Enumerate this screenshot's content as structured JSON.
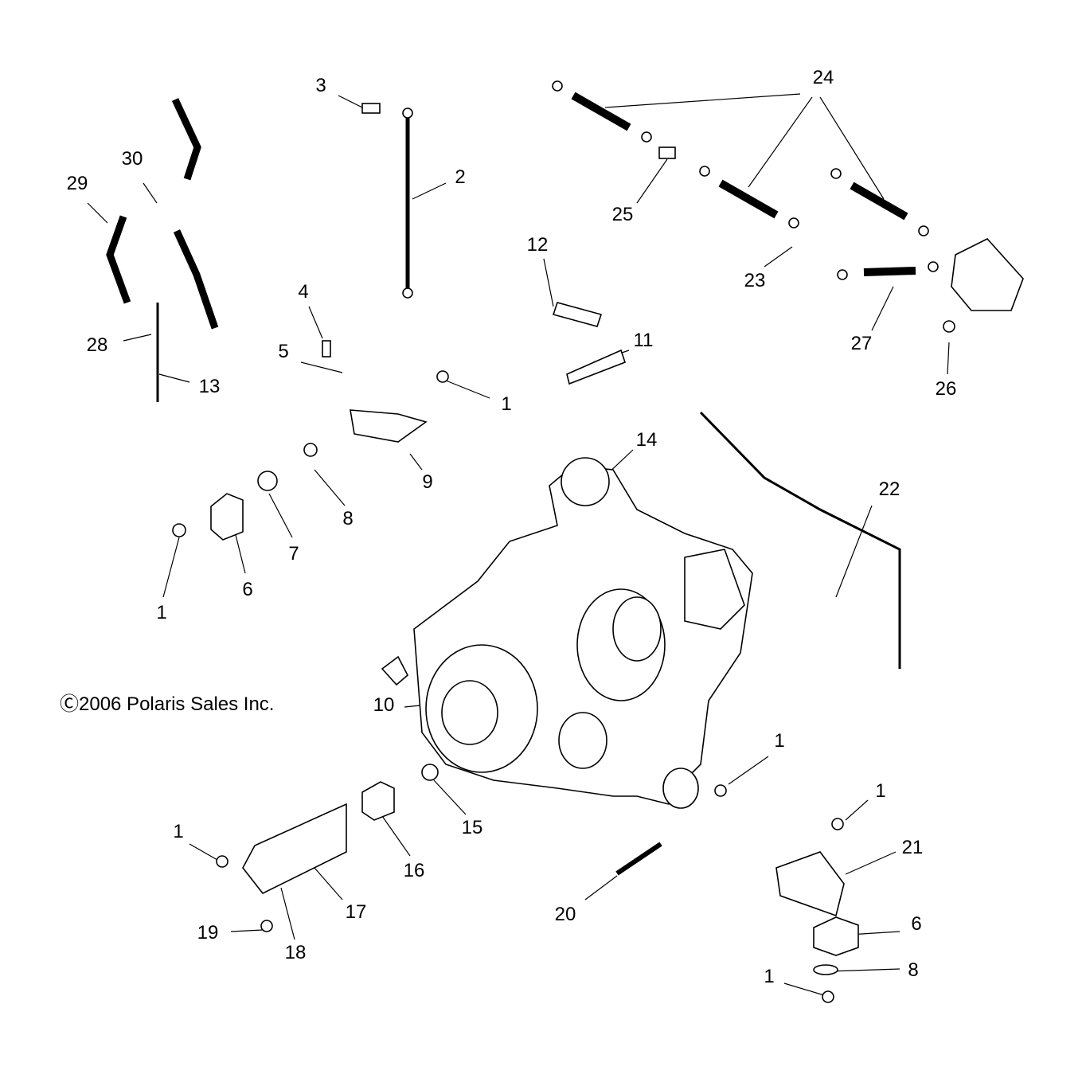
{
  "diagram": {
    "copyright": "Ⓒ2006 Polaris Sales Inc.",
    "callouts": [
      "24",
      "3",
      "30",
      "29",
      "2",
      "25",
      "12",
      "23",
      "4",
      "27",
      "11",
      "28",
      "5",
      "13",
      "26",
      "1",
      "14",
      "9",
      "22",
      "8",
      "7",
      "6",
      "1",
      "10",
      "1",
      "1",
      "15",
      "1",
      "21",
      "16",
      "17",
      "20",
      "6",
      "19",
      "18",
      "8",
      "1"
    ]
  }
}
